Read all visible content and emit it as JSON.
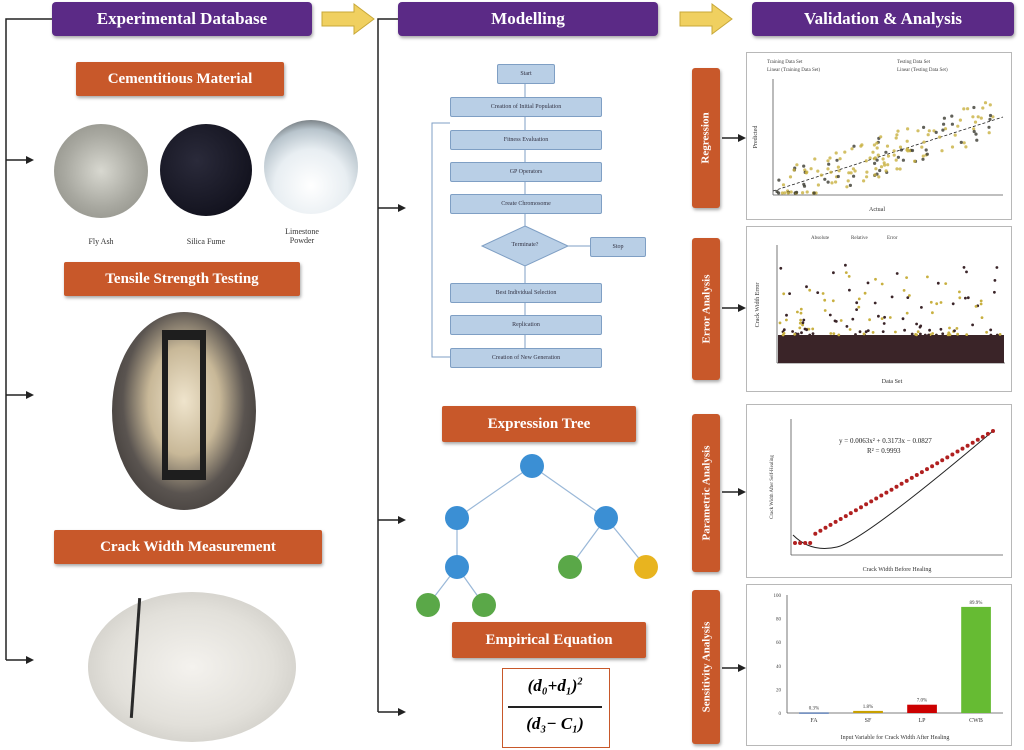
{
  "headers": {
    "database": "Experimental Database",
    "modelling": "Modelling",
    "validation": "Validation & Analysis"
  },
  "database": {
    "cementitious_title": "Cementitious Material",
    "materials": [
      "Fly Ash",
      "Silica Fume",
      "Limestone Powder"
    ],
    "tensile_title": "Tensile Strength Testing",
    "crack_title": "Crack Width Measurement"
  },
  "modelling": {
    "flowchart": {
      "start": "Start",
      "steps_top": [
        "Creation of Initial Population",
        "Fitness Evaluation",
        "GP Operators",
        "Create Chromosome"
      ],
      "decision": "Terminate?",
      "side": "Stop",
      "steps_bottom": [
        "Best Individual Selection",
        "Replication",
        "Creation of New Generation"
      ]
    },
    "expression_tree_title": "Expression Tree",
    "empirical_title": "Empirical Equation",
    "equation": {
      "numerator": "(d₀+d₁)",
      "exponent": "2",
      "denominator": "(d₃− C₁)"
    }
  },
  "validation": {
    "labels": [
      "Regression",
      "Error Analysis",
      "Parametric Analysis",
      "Sensitivity Analysis"
    ],
    "regression": {
      "legend": [
        "Training Data Set",
        "Testing Data Set",
        "Linear (Training Data Set)",
        "Linear (Testing Data Set)"
      ],
      "xlabel": "Actual",
      "ylabel": "Predicted"
    },
    "error": {
      "legend": [
        "Absolute",
        "Relative",
        "Error"
      ],
      "xlabel": "Data Set",
      "ylabel": "Crack Width Error"
    },
    "parametric": {
      "equation": "y = 0.0063x² + 0.3173x − 0.0827",
      "r2": "R² = 0.9993",
      "xlabel": "Crack Width Before Healing",
      "ylabel": "Crack Width After Self-Healing"
    },
    "sensitivity": {
      "chart_data": {
        "type": "bar",
        "categories": [
          "FA",
          "SF",
          "LP",
          "CWB"
        ],
        "values": [
          0.3,
          1.8,
          7.0,
          89.9
        ],
        "value_labels": [
          "0.3%",
          "1.8%",
          "7.0%",
          "89.9%"
        ],
        "ylim": [
          0,
          100
        ],
        "colors": [
          "#1f4e9c",
          "#c8a000",
          "#cc0000",
          "#66bb33"
        ]
      },
      "xlabel": "Input Variable for Crack Width After Healing"
    }
  },
  "colors": {
    "header": "#5b2a86",
    "orange_box": "#c8582a",
    "arrow": "#f0d060",
    "tree_blue": "#3b8fd4",
    "tree_green": "#5aa848",
    "tree_gold": "#e8b41f"
  }
}
